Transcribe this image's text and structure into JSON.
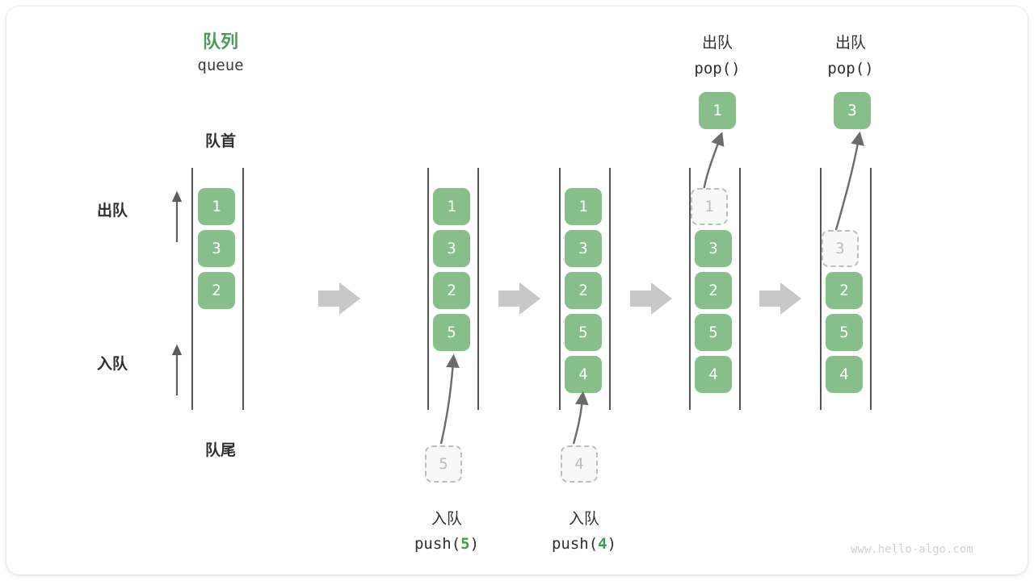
{
  "diagram": {
    "title_cn": "队列",
    "title_en": "queue",
    "front_label": "队首",
    "rear_label": "队尾",
    "dequeue_label": "出队",
    "enqueue_label": "入队",
    "watermark": "www.hello-algo.com",
    "accent_color": "#4a9c5d",
    "box_color": "#87bf8b",
    "ghost_color": "#bdbdbd",
    "arrow_color": "#c8c8c8"
  },
  "columns": [
    {
      "id": "initial",
      "items": [
        "1",
        "3",
        "2"
      ],
      "ghost": null,
      "result": null,
      "op_cn": null,
      "op_code": null
    },
    {
      "id": "push5",
      "items": [
        "1",
        "3",
        "2",
        "5"
      ],
      "ghost": {
        "value": "5",
        "slot": 7
      },
      "result": null,
      "op_cn": "入队",
      "op_code_prefix": "push(",
      "op_code_value": "5",
      "op_code_suffix": ")"
    },
    {
      "id": "push4",
      "items": [
        "1",
        "3",
        "2",
        "5",
        "4"
      ],
      "ghost": {
        "value": "4",
        "slot": 7
      },
      "result": null,
      "op_cn": "入队",
      "op_code_prefix": "push(",
      "op_code_value": "4",
      "op_code_suffix": ")"
    },
    {
      "id": "pop1",
      "items": [
        "3",
        "2",
        "5",
        "4"
      ],
      "ghost": {
        "value": "1",
        "slot": 0
      },
      "result": "1",
      "op_cn": "出队",
      "op_code_prefix": "pop(",
      "op_code_value": "",
      "op_code_suffix": ")"
    },
    {
      "id": "pop3",
      "items": [
        "2",
        "5",
        "4"
      ],
      "ghost": {
        "value": "3",
        "slot": 1
      },
      "result": "3",
      "op_cn": "出队",
      "op_code_prefix": "pop(",
      "op_code_value": "",
      "op_code_suffix": ")"
    }
  ]
}
